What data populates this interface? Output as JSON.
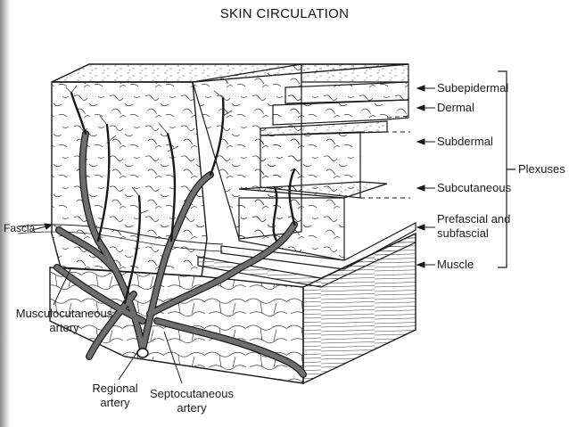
{
  "title": "SKIN CIRCULATION",
  "labels": {
    "subepidermal": "Subepidermal",
    "dermal": "Dermal",
    "subdermal": "Subdermal",
    "subcutaneous": "Subcutaneous",
    "prefascial_line1": "Prefascial and",
    "prefascial_line2": "subfascial",
    "muscle": "Muscle",
    "plexuses": "Plexuses",
    "fascia": "Fascia",
    "musculocutaneous_line1": "Musculocutaneous",
    "musculocutaneous_line2": "artery",
    "regional_line1": "Regional",
    "regional_line2": "artery",
    "septocutaneous_line1": "Septocutaneous",
    "septocutaneous_line2": "artery"
  },
  "colors": {
    "ink": "#1a1a1a",
    "vessel": "#6e6e6e",
    "muscle_fill": "#f4f4f4"
  }
}
